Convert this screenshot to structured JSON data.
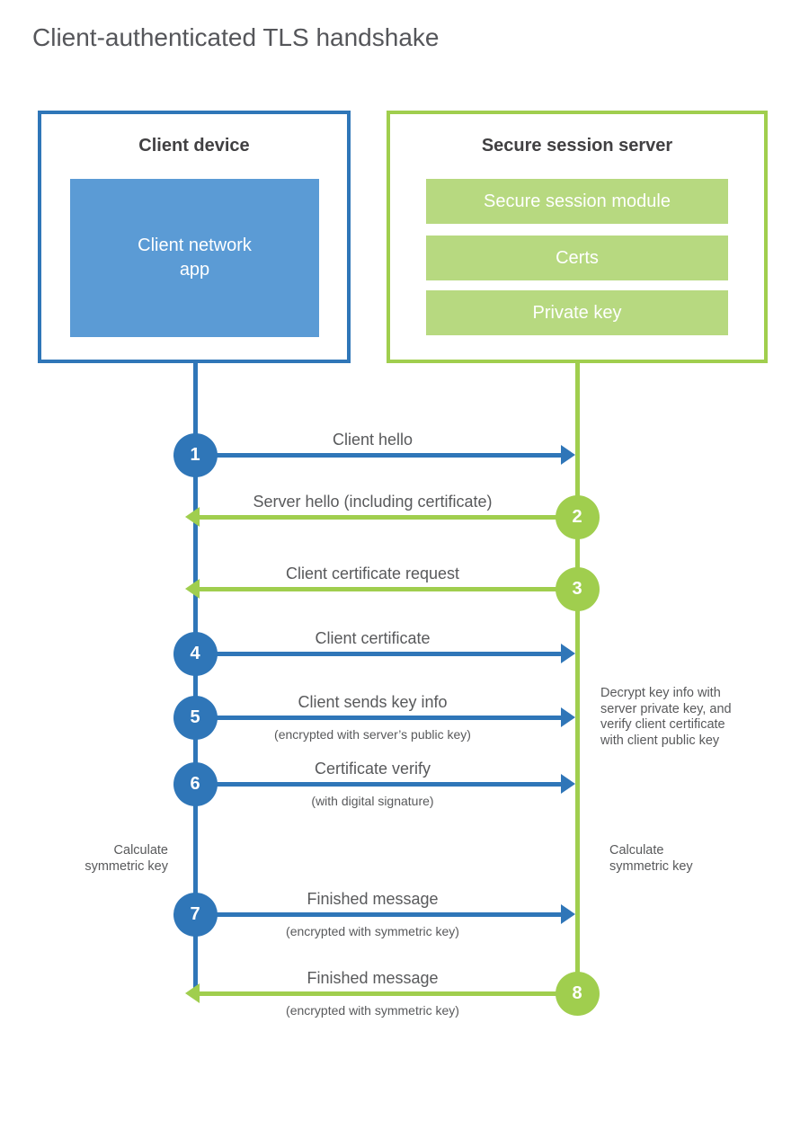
{
  "title": "Client-authenticated TLS handshake",
  "client": {
    "title": "Client device",
    "app_label": "Client network app"
  },
  "server": {
    "title": "Secure session server",
    "modules": [
      "Secure session module",
      "Certs",
      "Private key"
    ]
  },
  "messages": [
    {
      "num": "1",
      "label": "Client hello",
      "sub": "",
      "from": "client"
    },
    {
      "num": "2",
      "label": "Server hello (including certificate)",
      "sub": "",
      "from": "server"
    },
    {
      "num": "3",
      "label": "Client certificate request",
      "sub": "",
      "from": "server"
    },
    {
      "num": "4",
      "label": "Client certificate",
      "sub": "",
      "from": "client"
    },
    {
      "num": "5",
      "label": "Client sends key info",
      "sub": "(encrypted with server’s public key)",
      "from": "client"
    },
    {
      "num": "6",
      "label": "Certificate verify",
      "sub": "(with digital signature)",
      "from": "client"
    },
    {
      "num": "7",
      "label": "Finished message",
      "sub": "(encrypted with symmetric key)",
      "from": "client"
    },
    {
      "num": "8",
      "label": "Finished message",
      "sub": "(encrypted with symmetric key)",
      "from": "server"
    }
  ],
  "annotations": {
    "server_process_note": "Decrypt key info with server private key, and verify client certificate with client public key",
    "client_calculate": "Calculate symmetric key",
    "server_calculate": "Calculate symmetric key"
  },
  "colors": {
    "client_blue": "#2F76B8",
    "client_blue_fill": "#5B9BD5",
    "server_green": "#A0CE4E",
    "server_green_fill": "#B7D980",
    "label_gray": "#58595B",
    "heading_gray": "#414042",
    "title_gray": "#55565A"
  }
}
